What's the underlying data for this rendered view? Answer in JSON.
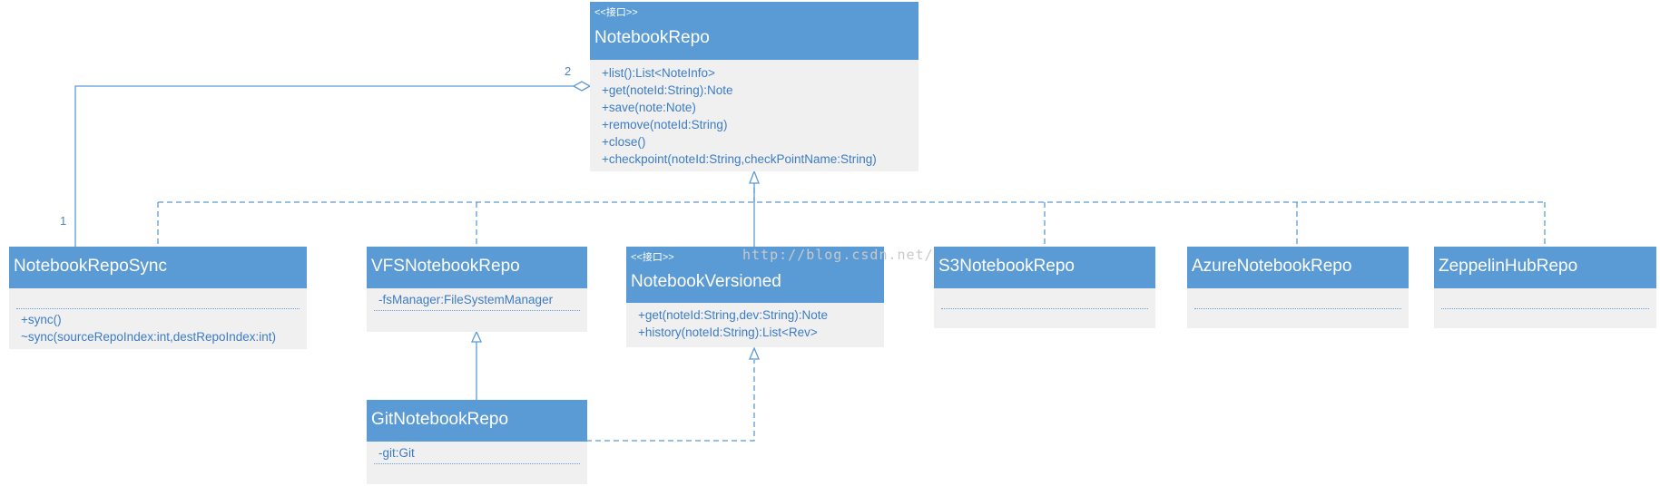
{
  "stereotype": "<<接口>>",
  "watermark": "http://blog.csdn.net/",
  "colors": {
    "header": "#5b9bd5",
    "body": "#f0f0f0",
    "line": "#5b9bd5",
    "member_text": "#3d7cc4"
  },
  "multiplicities": {
    "source": "1",
    "target": "2"
  },
  "classes": {
    "notebook_repo": {
      "stereotype": "<<接口>>",
      "name": "NotebookRepo",
      "methods": [
        "+list():List<NoteInfo>",
        "+get(noteId:String):Note",
        "+save(note:Note)",
        "+remove(noteId:String)",
        "+close()",
        "+checkpoint(noteId:String,checkPointName:String)"
      ]
    },
    "notebook_repo_sync": {
      "name": "NotebookRepoSync",
      "methods": [
        "+sync()",
        "~sync(sourceRepoIndex:int,destRepoIndex:int)"
      ]
    },
    "vfs_notebook_repo": {
      "name": "VFSNotebookRepo",
      "attributes": [
        "-fsManager:FileSystemManager"
      ]
    },
    "notebook_versioned": {
      "stereotype": "<<接口>>",
      "name": "NotebookVersioned",
      "methods": [
        "+get(noteId:String,dev:String):Note",
        "+history(noteId:String):List<Rev>"
      ]
    },
    "s3_notebook_repo": {
      "name": "S3NotebookRepo"
    },
    "azure_notebook_repo": {
      "name": "AzureNotebookRepo"
    },
    "zeppelin_hub_repo": {
      "name": "ZeppelinHubRepo"
    },
    "git_notebook_repo": {
      "name": "GitNotebookRepo",
      "attributes": [
        "-git:Git"
      ]
    }
  }
}
